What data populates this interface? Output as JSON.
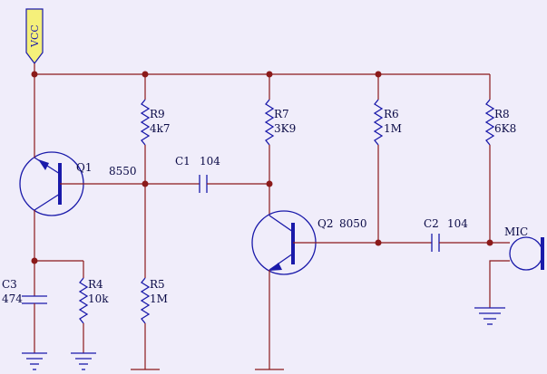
{
  "supply": {
    "label": "VCC"
  },
  "transistors": {
    "q1": {
      "name": "Q1",
      "type": "8550"
    },
    "q2": {
      "name": "Q2",
      "type": "8050"
    }
  },
  "resistors": {
    "r4": {
      "name": "R4",
      "value": "10k"
    },
    "r5": {
      "name": "R5",
      "value": "1M"
    },
    "r6": {
      "name": "R6",
      "value": "1M"
    },
    "r7": {
      "name": "R7",
      "value": "3K9"
    },
    "r8": {
      "name": "R8",
      "value": "6K8"
    },
    "r9": {
      "name": "R9",
      "value": "4k7"
    }
  },
  "capacitors": {
    "c1": {
      "name": "C1",
      "value": "104"
    },
    "c2": {
      "name": "C2",
      "value": "104"
    },
    "c3": {
      "name": "C3",
      "value": "474"
    }
  },
  "microphone": {
    "name": "MIC"
  },
  "colors": {
    "wire": "#8B1A1A",
    "component": "#1A1AAA",
    "background": "#F0EDFA",
    "vcc_flag": "#F5F07A"
  }
}
